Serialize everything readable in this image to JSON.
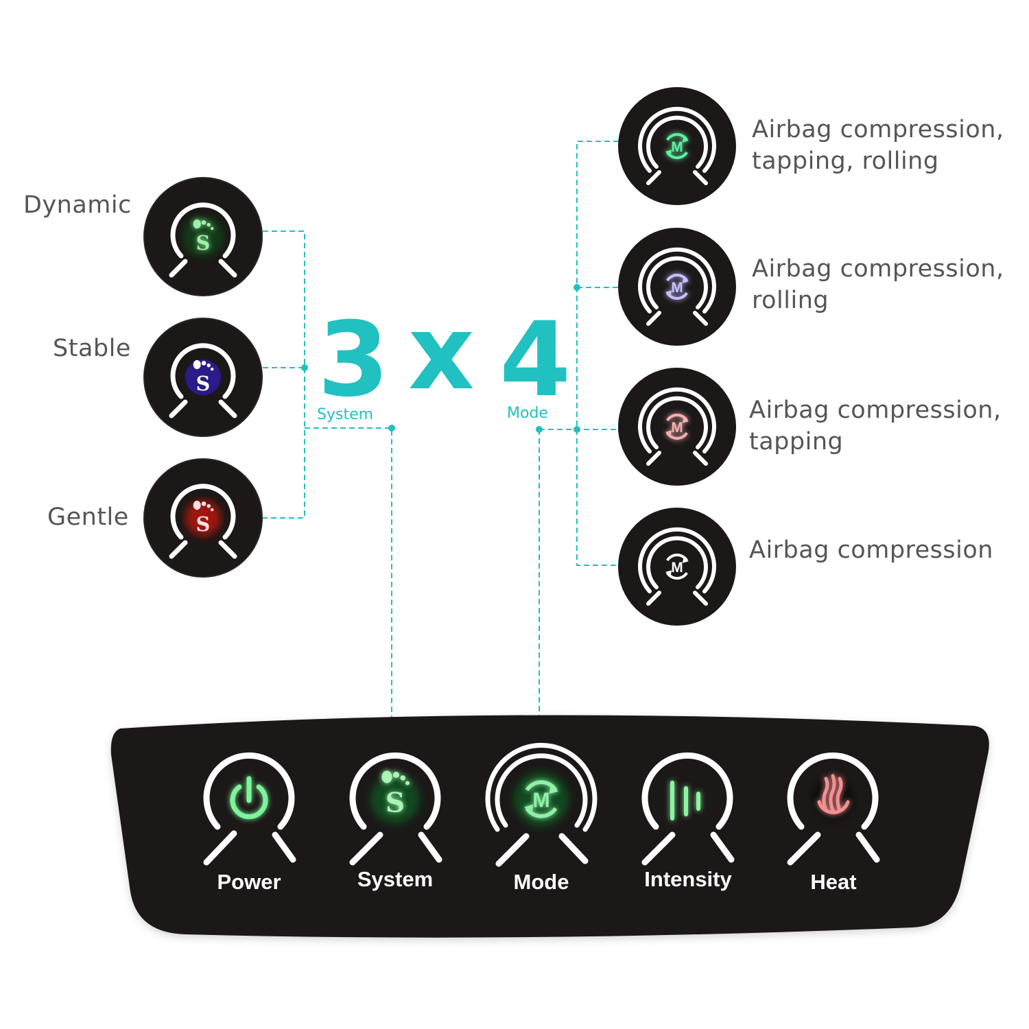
{
  "headline": {
    "system_count": "3",
    "times": "x",
    "mode_count": "4",
    "system_label": "System",
    "mode_label": "Mode"
  },
  "systems": [
    {
      "label": "Dynamic",
      "icon": "foot-s-icon",
      "color": "#1fd04a"
    },
    {
      "label": "Stable",
      "icon": "foot-s-icon",
      "color": "#2a1a8a"
    },
    {
      "label": "Gentle",
      "icon": "foot-s-icon",
      "color": "#b01a10"
    }
  ],
  "modes": [
    {
      "line1": "Airbag compression,",
      "line2": "tapping, rolling",
      "icon": "mode-m-icon",
      "color": "#3ee08a"
    },
    {
      "line1": "Airbag compression,",
      "line2": "rolling",
      "icon": "mode-m-icon",
      "color": "#7a6cff"
    },
    {
      "line1": "Airbag compression,",
      "line2": "tapping",
      "icon": "mode-m-icon",
      "color": "#f0a0a0"
    },
    {
      "line1": "Airbag compression",
      "line2": "",
      "icon": "mode-m-icon",
      "color": "#ffffff"
    }
  ],
  "panel": {
    "buttons": [
      {
        "label": "Power",
        "icon": "power-icon",
        "color": "#35e060"
      },
      {
        "label": "System",
        "icon": "foot-s-icon",
        "color": "#35e060"
      },
      {
        "label": "Mode",
        "icon": "mode-m-icon",
        "color": "#35e060"
      },
      {
        "label": "Intensity",
        "icon": "intensity-bars-icon",
        "color": "#35e060"
      },
      {
        "label": "Heat",
        "icon": "heat-flame-icon",
        "color": "#f07a7a"
      }
    ]
  },
  "colors": {
    "accent": "#20c1c0",
    "panel": "#1c1818",
    "text": "#555555"
  }
}
